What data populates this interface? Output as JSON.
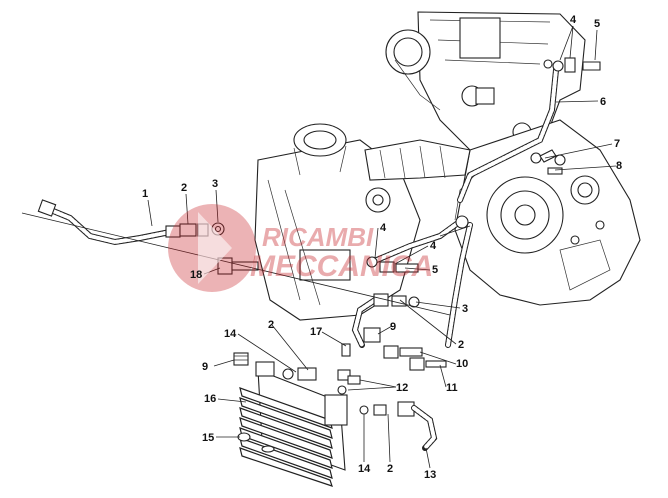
{
  "watermark": {
    "line1": "RICAMBI",
    "line2": "MECCANICA",
    "color": "#c8242b"
  },
  "callouts": [
    {
      "id": "c1",
      "text": "1"
    },
    {
      "id": "c2a",
      "text": "2"
    },
    {
      "id": "c3a",
      "text": "3"
    },
    {
      "id": "c4a",
      "text": "4"
    },
    {
      "id": "c5a",
      "text": "5"
    },
    {
      "id": "c6",
      "text": "6"
    },
    {
      "id": "c7",
      "text": "7"
    },
    {
      "id": "c8",
      "text": "8"
    },
    {
      "id": "c4b",
      "text": "4"
    },
    {
      "id": "c4c",
      "text": "4"
    },
    {
      "id": "c5b",
      "text": "5"
    },
    {
      "id": "c3b",
      "text": "3"
    },
    {
      "id": "c2b",
      "text": "2"
    },
    {
      "id": "c9a",
      "text": "9"
    },
    {
      "id": "c10",
      "text": "10"
    },
    {
      "id": "c11",
      "text": "11"
    },
    {
      "id": "c12",
      "text": "12"
    },
    {
      "id": "c14a",
      "text": "14"
    },
    {
      "id": "c2c",
      "text": "2"
    },
    {
      "id": "c17",
      "text": "17"
    },
    {
      "id": "c9b",
      "text": "9"
    },
    {
      "id": "c16",
      "text": "16"
    },
    {
      "id": "c15",
      "text": "15"
    },
    {
      "id": "c14b",
      "text": "14"
    },
    {
      "id": "c2d",
      "text": "2"
    },
    {
      "id": "c13",
      "text": "13"
    },
    {
      "id": "c18",
      "text": "18"
    }
  ]
}
